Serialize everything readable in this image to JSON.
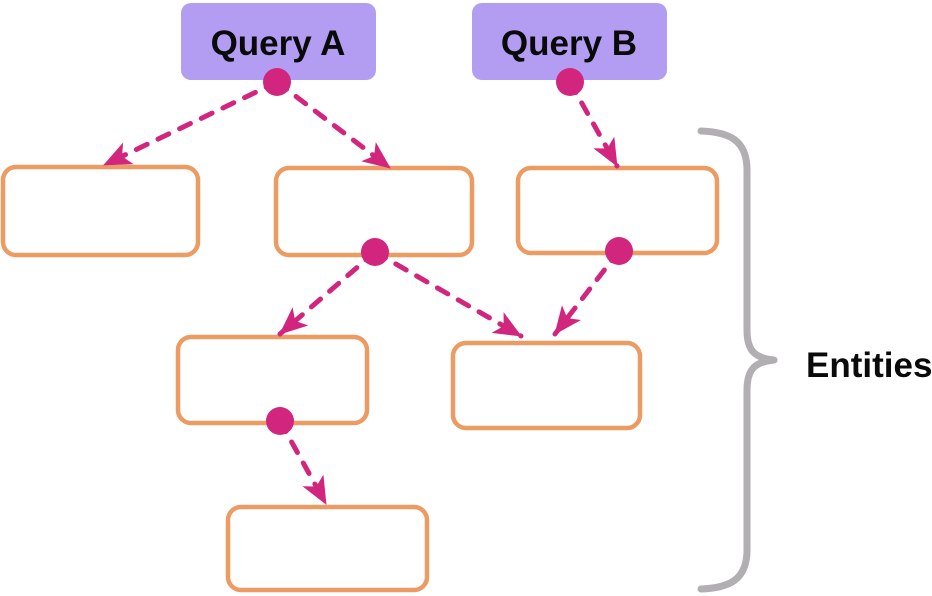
{
  "diagram": {
    "query_nodes": [
      {
        "id": "query-a",
        "label": "Query A"
      },
      {
        "id": "query-b",
        "label": "Query B"
      }
    ],
    "entity_boxes": {
      "count": 6,
      "ids": [
        "entity-1",
        "entity-2",
        "entity-3",
        "entity-4",
        "entity-5",
        "entity-6"
      ],
      "labels": [
        "",
        "",
        "",
        "",
        "",
        ""
      ]
    },
    "group_label": "Entities",
    "edges": [
      {
        "from": "query-a",
        "to": "entity-1",
        "style": "dashed-arrow"
      },
      {
        "from": "query-a",
        "to": "entity-2",
        "style": "dashed-arrow"
      },
      {
        "from": "query-b",
        "to": "entity-3",
        "style": "dashed-arrow"
      },
      {
        "from": "entity-2",
        "to": "entity-4",
        "style": "dashed-arrow"
      },
      {
        "from": "entity-2",
        "to": "entity-5",
        "style": "dashed-arrow"
      },
      {
        "from": "entity-3",
        "to": "entity-5",
        "style": "dashed-arrow"
      },
      {
        "from": "entity-4",
        "to": "entity-6",
        "style": "dashed-arrow"
      }
    ],
    "colors": {
      "query_fill": "#b29df3",
      "entity_border": "#ec9c62",
      "entity_fill": "#ffffff",
      "edge": "#d2267e",
      "brace": "#b2afb2",
      "text": "#0a0a0a",
      "background": "#ffffff"
    }
  }
}
